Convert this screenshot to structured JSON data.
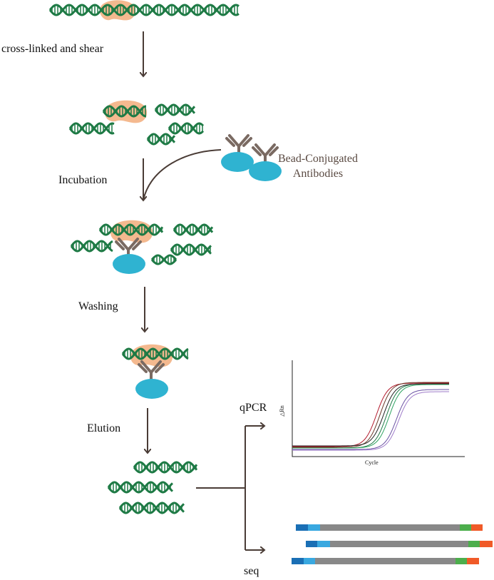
{
  "steps": {
    "shear": "cross-linked and shear",
    "incubation": "Incubation",
    "washing": "Washing",
    "elution": "Elution"
  },
  "antibody_label": [
    "Bead-Conjugated",
    "Antibodies"
  ],
  "branches": {
    "qpcr": "qPCR",
    "seq": "seq"
  },
  "qpcr_plot": {
    "xlabel": "Cycle",
    "ylabel": "△Rn"
  },
  "colors": {
    "dna": "#1e7a45",
    "protein": "#f4b98f",
    "bead": "#2fb3d1",
    "antibody": "#7a6a62",
    "arrow": "#4a3c36",
    "read_gray": "#888888",
    "read_blue": "#1a6fb5",
    "read_lightblue": "#39a8e0",
    "read_green": "#4cae4c",
    "read_orange": "#f05a28"
  },
  "icons": [
    "dna-helix-icon",
    "protein-blob-icon",
    "antibody-icon",
    "bead-icon",
    "arrow-icon"
  ]
}
